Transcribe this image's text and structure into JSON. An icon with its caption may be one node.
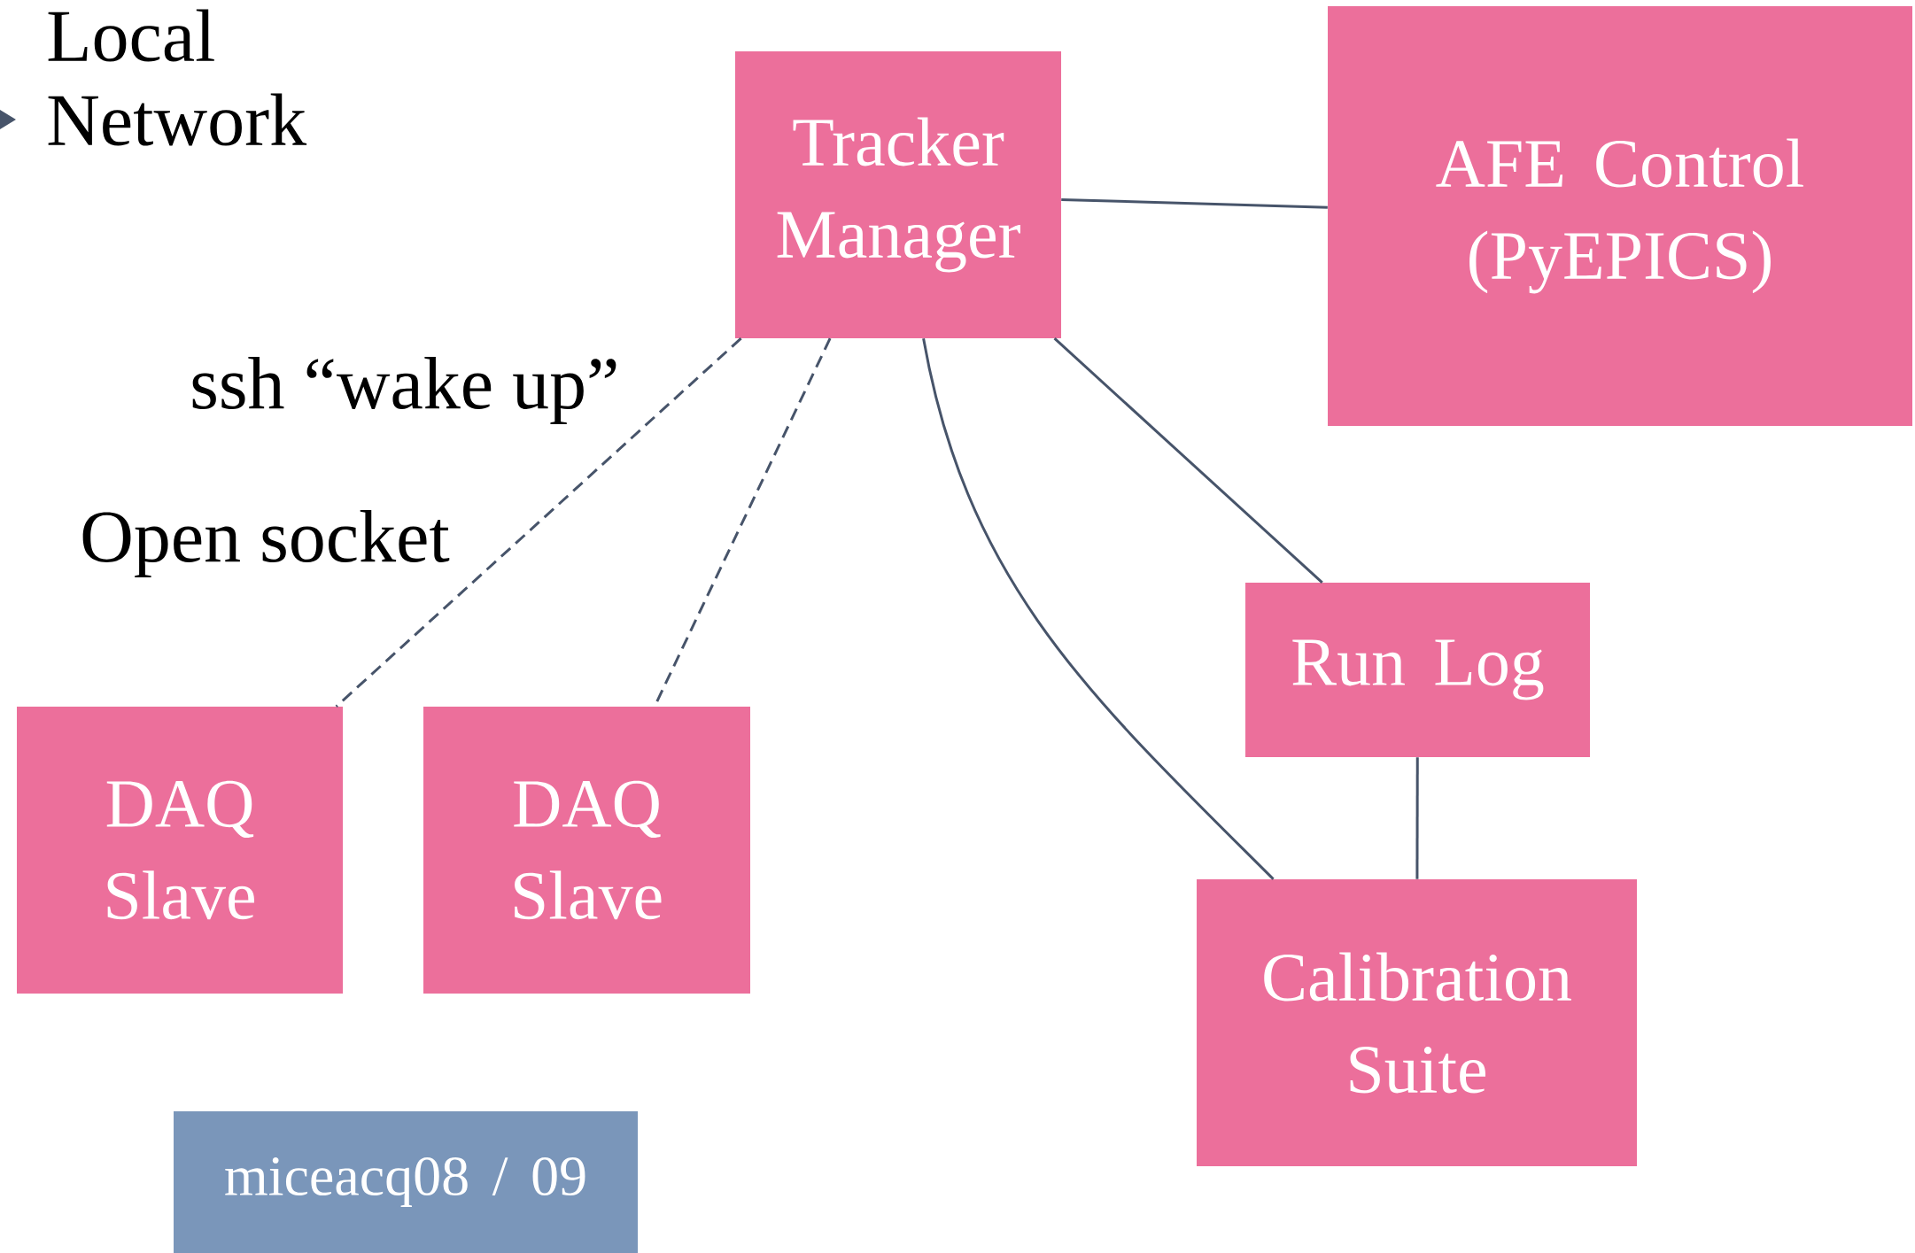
{
  "diagram": {
    "nodes": [
      {
        "text": [
          "Tracker Manager"
        ]
      },
      {
        "text": [
          "AFE Control (PyEPICS)"
        ]
      },
      {
        "text": [
          "Run Log"
        ]
      },
      {
        "text": [
          "DAQ Slave"
        ]
      },
      {
        "text": [
          "DAQ Slave"
        ]
      },
      {
        "text": [
          "Calibration Suite"
        ]
      },
      {
        "text": [
          "miceacq08 / 09"
        ]
      }
    ],
    "edges": [
      {
        "from": 0,
        "to": 1,
        "arrow": "none"
      },
      {
        "from": 0,
        "to": 3,
        "arrow": "none",
        "style": "dashed"
      },
      {
        "from": 0,
        "to": 4,
        "arrow": "none",
        "style": "dashed"
      },
      {
        "from": 0,
        "to": 5,
        "arrow": "none"
      },
      {
        "from": 0,
        "to": 2,
        "arrow": "none"
      },
      {
        "from": 2,
        "to": 5,
        "arrow": "none"
      }
    ],
    "labels": [
      "Local",
      "Network",
      "ssh “wake up”",
      "Open socket"
    ]
  }
}
